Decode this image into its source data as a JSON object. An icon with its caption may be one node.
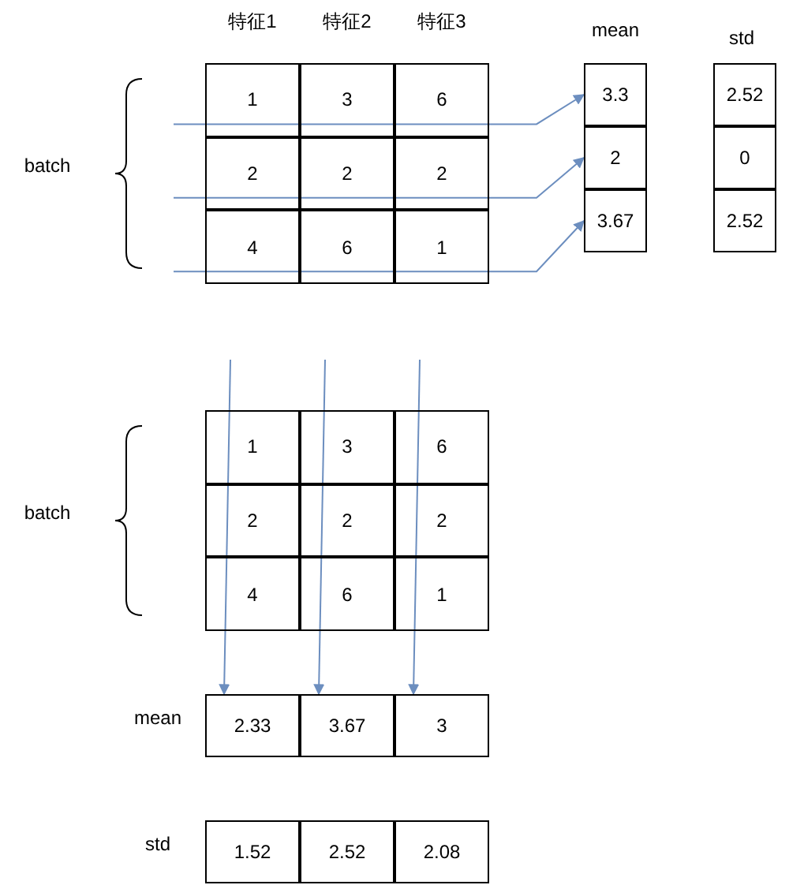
{
  "diagram": {
    "nodes": [
      {
        "text": [
          "1"
        ]
      },
      {
        "text": [
          "3"
        ]
      },
      {
        "text": [
          "6"
        ]
      },
      {
        "text": [
          "2"
        ]
      },
      {
        "text": [
          "2"
        ]
      },
      {
        "text": [
          "2"
        ]
      },
      {
        "text": [
          "4"
        ]
      },
      {
        "text": [
          "6"
        ]
      },
      {
        "text": [
          "1"
        ]
      },
      {
        "text": [
          "3.3"
        ]
      },
      {
        "text": [
          "2"
        ]
      },
      {
        "text": [
          "3.67"
        ]
      },
      {
        "text": [
          "2.52"
        ]
      },
      {
        "text": [
          "0"
        ]
      },
      {
        "text": [
          "2.52"
        ]
      },
      {
        "text": [
          "1"
        ]
      },
      {
        "text": [
          "3"
        ]
      },
      {
        "text": [
          "6"
        ]
      },
      {
        "text": [
          "2"
        ]
      },
      {
        "text": [
          "2"
        ]
      },
      {
        "text": [
          "2"
        ]
      },
      {
        "text": [
          "4"
        ]
      },
      {
        "text": [
          "6"
        ]
      },
      {
        "text": [
          "1"
        ]
      },
      {
        "text": [
          "2.33"
        ]
      },
      {
        "text": [
          "3.67"
        ]
      },
      {
        "text": [
          "3"
        ]
      },
      {
        "text": [
          "1.52"
        ]
      },
      {
        "text": [
          "2.52"
        ]
      },
      {
        "text": [
          "2.08"
        ]
      }
    ],
    "edges": [
      {
        "from": null,
        "to": 9,
        "arrow": "to"
      },
      {
        "from": null,
        "to": 10,
        "arrow": "to"
      },
      {
        "from": null,
        "to": 11,
        "arrow": "to"
      },
      {
        "from": null,
        "to": 24,
        "arrow": "to"
      },
      {
        "from": null,
        "to": 25,
        "arrow": "to"
      },
      {
        "from": null,
        "to": 26,
        "arrow": "to"
      }
    ],
    "labels": [
      "特征1",
      "特征2",
      "特征3",
      "mean",
      "std",
      "batch",
      "batch",
      "mean",
      "std"
    ]
  }
}
